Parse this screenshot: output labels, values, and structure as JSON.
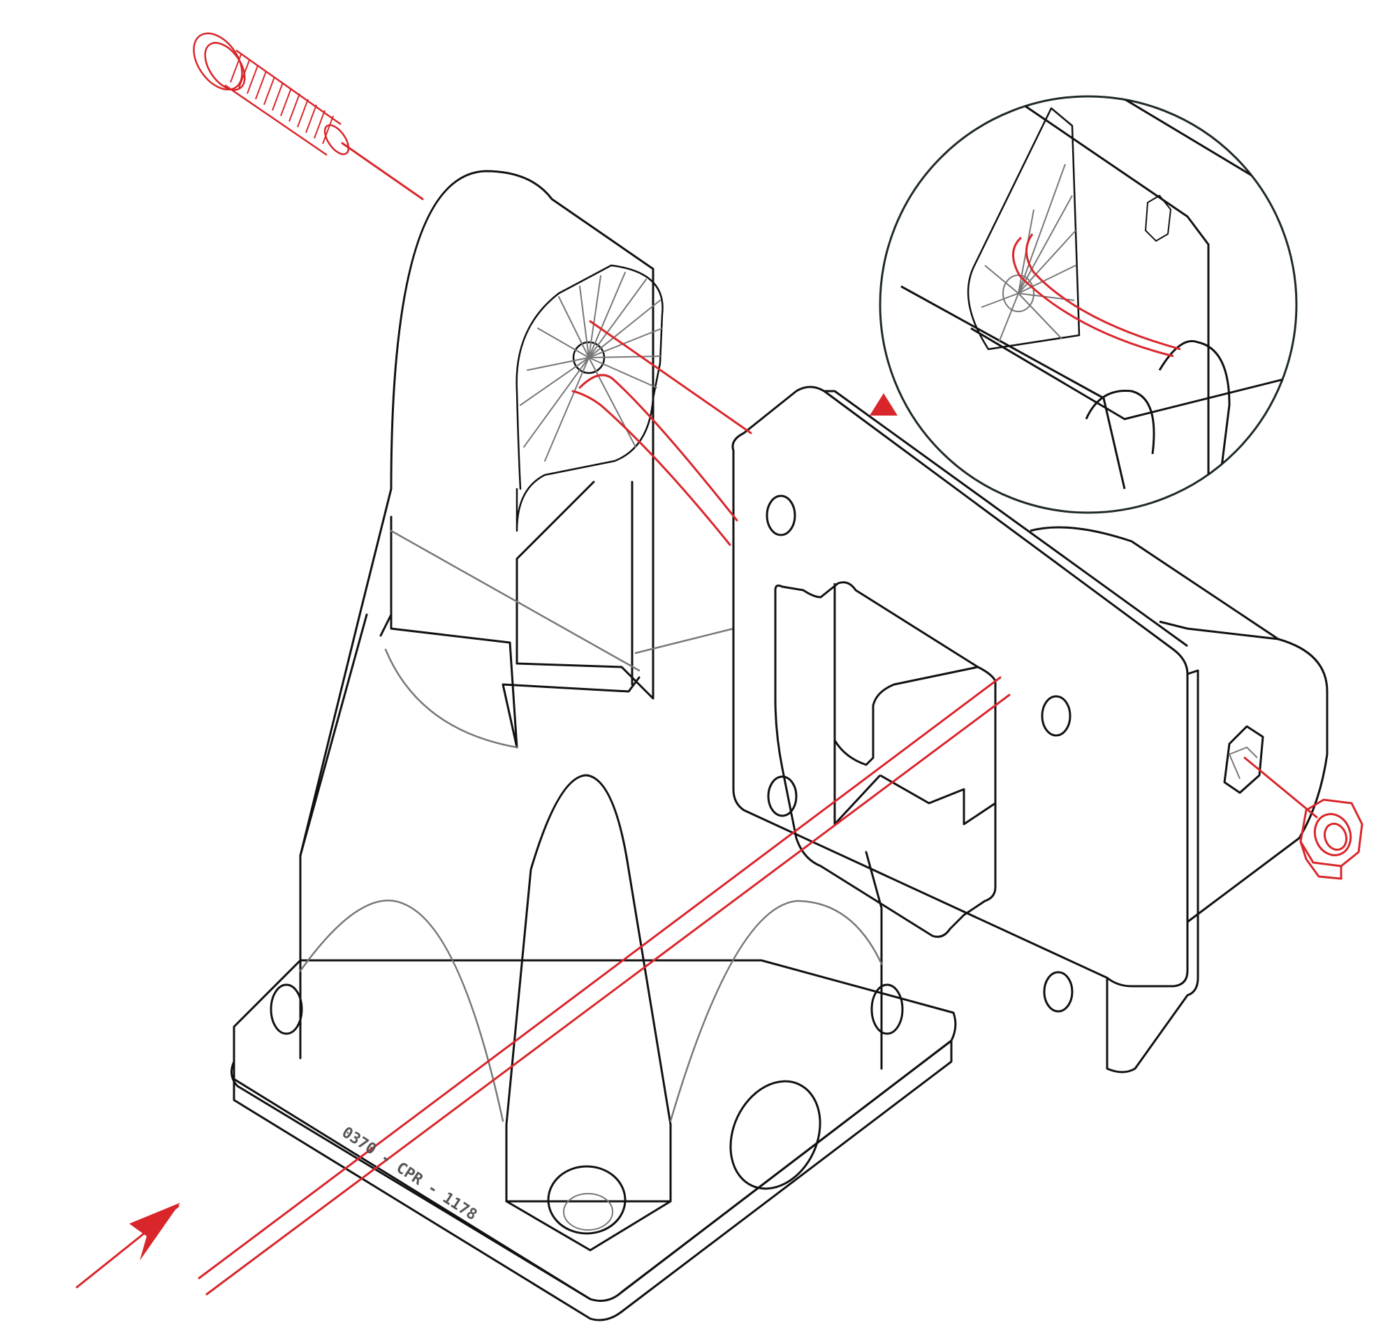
{
  "drawing": {
    "part_number": "0370 - CPR - 1178"
  },
  "colors": {
    "outline": "#111111",
    "hidden_detail": "#777777",
    "assembly_red": "#d9262b",
    "background": "#ffffff",
    "callout_ring": "#1f2a26"
  },
  "parts": {
    "main_body": "bracket-base",
    "adapter": "square-flange-adapter",
    "fastener_screw": "threaded-screw",
    "fastener_nut": "hex-nut",
    "detail_view": "circular-detail-callout"
  },
  "icons": {
    "insert_direction": "arrow-head-icon",
    "detail_marker": "triangle-marker-icon"
  }
}
